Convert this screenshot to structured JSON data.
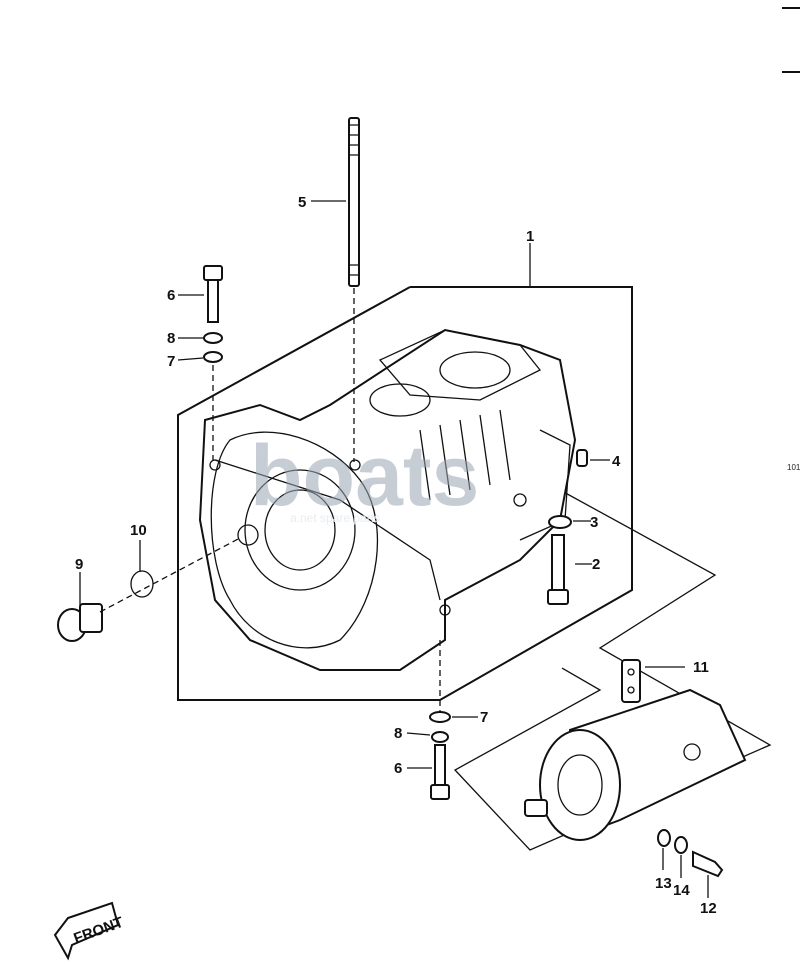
{
  "title": "",
  "figure_code": "101",
  "watermark": {
    "main": "boats",
    "sub": "a.net spare parts"
  },
  "front_badge": "FRONT",
  "callouts": [
    {
      "num": "1"
    },
    {
      "num": "2"
    },
    {
      "num": "3"
    },
    {
      "num": "4"
    },
    {
      "num": "5"
    },
    {
      "num": "6"
    },
    {
      "num": "7"
    },
    {
      "num": "8"
    },
    {
      "num": "9"
    },
    {
      "num": "10"
    },
    {
      "num": "11"
    },
    {
      "num": "12"
    },
    {
      "num": "13"
    },
    {
      "num": "14"
    },
    {
      "num": "7"
    },
    {
      "num": "8"
    },
    {
      "num": "6"
    }
  ]
}
